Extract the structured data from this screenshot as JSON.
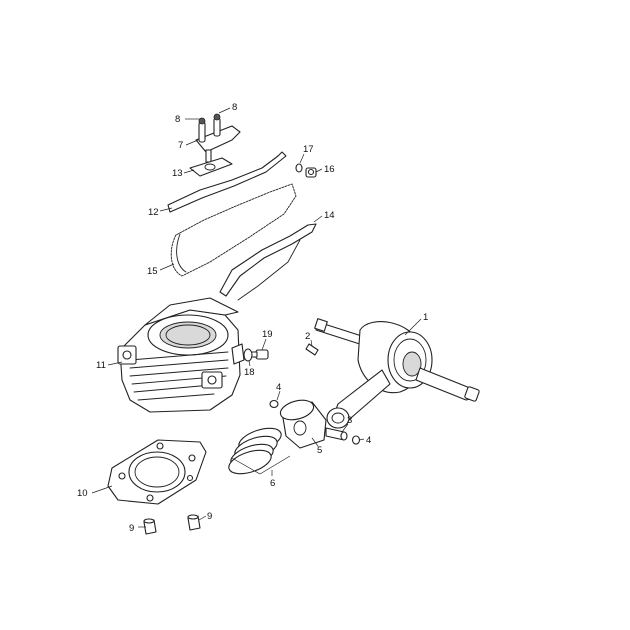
{
  "callouts": [
    {
      "id": "p1",
      "text": "1"
    },
    {
      "id": "p2",
      "text": "2"
    },
    {
      "id": "p3",
      "text": "3"
    },
    {
      "id": "p4a",
      "text": "4"
    },
    {
      "id": "p4b",
      "text": "4"
    },
    {
      "id": "p5",
      "text": "5"
    },
    {
      "id": "p6",
      "text": "6"
    },
    {
      "id": "p7",
      "text": "7"
    },
    {
      "id": "p8a",
      "text": "8"
    },
    {
      "id": "p8b",
      "text": "8"
    },
    {
      "id": "p9a",
      "text": "9"
    },
    {
      "id": "p9b",
      "text": "9"
    },
    {
      "id": "p10",
      "text": "10"
    },
    {
      "id": "p11",
      "text": "11"
    },
    {
      "id": "p12",
      "text": "12"
    },
    {
      "id": "p13",
      "text": "13"
    },
    {
      "id": "p14",
      "text": "14"
    },
    {
      "id": "p15",
      "text": "15"
    },
    {
      "id": "p16",
      "text": "16"
    },
    {
      "id": "p17",
      "text": "17"
    },
    {
      "id": "p18",
      "text": "18"
    },
    {
      "id": "p19",
      "text": "19"
    }
  ]
}
